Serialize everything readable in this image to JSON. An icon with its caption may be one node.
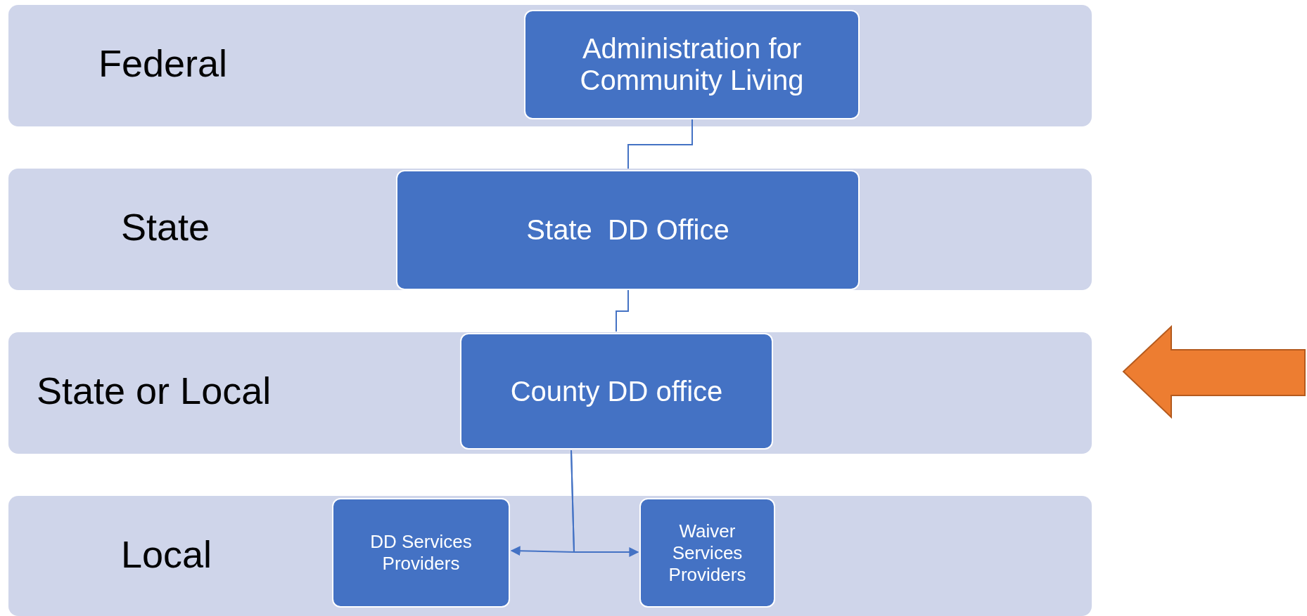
{
  "diagram": {
    "nodes": [
      {
        "text": [
          "Federal"
        ]
      },
      {
        "text": [
          "Administration for Community Living"
        ],
        "in": 0
      },
      {
        "text": [
          "State"
        ]
      },
      {
        "text": [
          "State  DD Office"
        ],
        "in": 2
      },
      {
        "text": [
          "State or Local"
        ]
      },
      {
        "text": [
          "County DD office"
        ],
        "in": 4
      },
      {
        "text": [
          "Local"
        ]
      },
      {
        "text": [
          "DD Services Providers"
        ],
        "in": 6
      },
      {
        "text": [
          "Waiver Services Providers"
        ],
        "in": 6
      }
    ],
    "edges": [
      {
        "from": 1,
        "to": 3,
        "arrow": "none"
      },
      {
        "from": 3,
        "to": 5,
        "arrow": "none"
      },
      {
        "from": 5,
        "to": 7,
        "arrow": "to"
      },
      {
        "from": 5,
        "to": 8,
        "arrow": "to"
      },
      {
        "from": null,
        "to": 4,
        "arrow": "to",
        "style": "thick",
        "color": "#ed7d31"
      }
    ]
  }
}
